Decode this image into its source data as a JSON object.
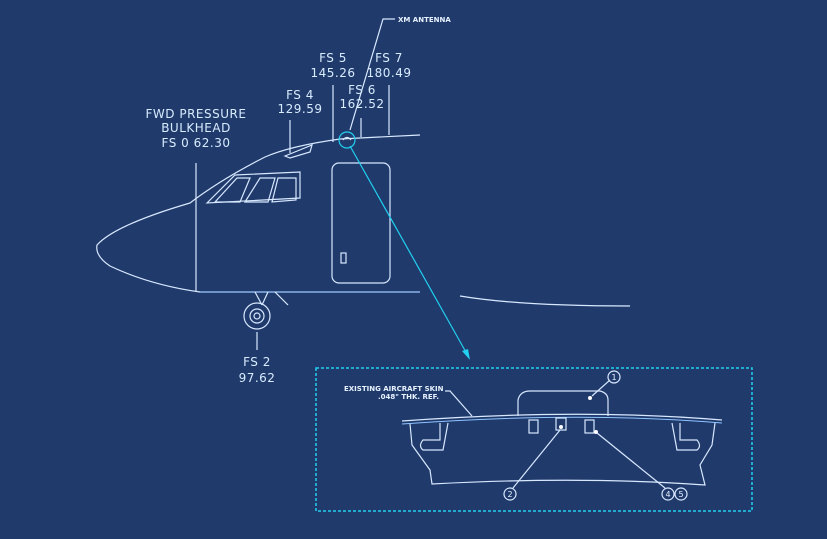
{
  "labels": {
    "xm_antenna": "XM ANTENNA",
    "fwd_pressure_1": "FWD PRESSURE",
    "fwd_pressure_2": "BULKHEAD",
    "fwd_pressure_3": "FS 0 62.30",
    "fs2": {
      "name": "FS 2",
      "value": "97.62"
    },
    "fs4": {
      "name": "FS 4",
      "value": "129.59"
    },
    "fs5": {
      "name": "FS 5",
      "value": "145.26"
    },
    "fs6": {
      "name": "FS 6",
      "value": "162.52"
    },
    "fs7": {
      "name": "FS 7",
      "value": "180.49"
    }
  },
  "detail": {
    "skin_label_1": "EXISTING AIRCRAFT SKIN",
    "skin_label_2": ".048\" THK. REF.",
    "callouts": [
      "1",
      "2",
      "4",
      "5"
    ]
  },
  "colors": {
    "background": "#1f3a6b",
    "line": "#d8e8ff",
    "detail_border": "#22d0f0"
  }
}
